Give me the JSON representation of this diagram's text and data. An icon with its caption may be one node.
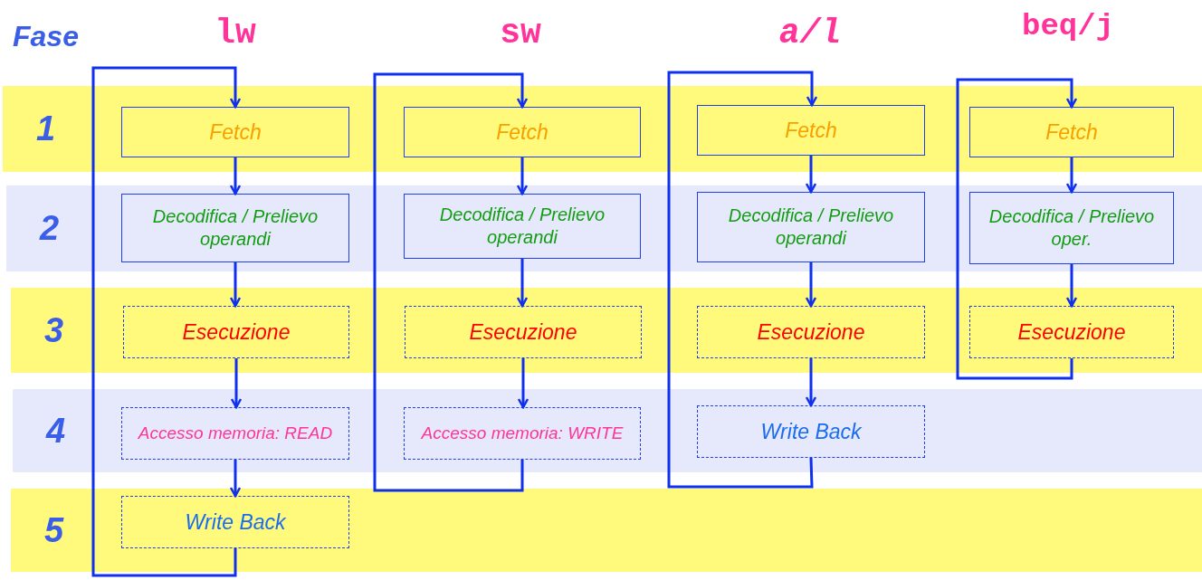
{
  "diagram": {
    "nodes": [
      {
        "text": [
          "1"
        ]
      },
      {
        "text": [
          "2"
        ]
      },
      {
        "text": [
          "3"
        ]
      },
      {
        "text": [
          "4"
        ]
      },
      {
        "text": [
          "5"
        ]
      },
      {
        "text": [
          "Fetch"
        ],
        "in": 0
      },
      {
        "text": [
          "Decodifica / Prelievo operandi"
        ],
        "in": 1
      },
      {
        "text": [
          "Esecuzione"
        ],
        "in": 2
      },
      {
        "text": [
          "Accesso memoria: READ"
        ],
        "in": 3
      },
      {
        "text": [
          "Write Back"
        ],
        "in": 4
      },
      {
        "text": [
          "Fetch"
        ],
        "in": 0
      },
      {
        "text": [
          "Decodifica / Prelievo operandi"
        ],
        "in": 1
      },
      {
        "text": [
          "Esecuzione"
        ],
        "in": 2
      },
      {
        "text": [
          "Accesso memoria: WRITE"
        ],
        "in": 3
      },
      {
        "text": [
          "Fetch"
        ],
        "in": 0
      },
      {
        "text": [
          "Decodifica / Prelievo operandi"
        ],
        "in": 1
      },
      {
        "text": [
          "Esecuzione"
        ],
        "in": 2
      },
      {
        "text": [
          "Write Back"
        ],
        "in": 3
      },
      {
        "text": [
          "Fetch"
        ],
        "in": 0
      },
      {
        "text": [
          "Decodifica / Prelievo oper."
        ],
        "in": 1
      },
      {
        "text": [
          "Esecuzione"
        ],
        "in": 2
      }
    ],
    "edges": [
      {
        "from": 5,
        "to": 6,
        "arrow": "to"
      },
      {
        "from": 6,
        "to": 7,
        "arrow": "to"
      },
      {
        "from": 7,
        "to": 8,
        "arrow": "to"
      },
      {
        "from": 8,
        "to": 9,
        "arrow": "to"
      },
      {
        "from": 9,
        "to": 5,
        "arrow": "to"
      },
      {
        "from": 10,
        "to": 11,
        "arrow": "to"
      },
      {
        "from": 11,
        "to": 12,
        "arrow": "to"
      },
      {
        "from": 12,
        "to": 13,
        "arrow": "to"
      },
      {
        "from": 13,
        "to": 10,
        "arrow": "to"
      },
      {
        "from": 14,
        "to": 15,
        "arrow": "to"
      },
      {
        "from": 15,
        "to": 16,
        "arrow": "to"
      },
      {
        "from": 16,
        "to": 17,
        "arrow": "to"
      },
      {
        "from": 17,
        "to": 14,
        "arrow": "to"
      },
      {
        "from": 18,
        "to": 19,
        "arrow": "to"
      },
      {
        "from": 19,
        "to": 20,
        "arrow": "to"
      },
      {
        "from": 20,
        "to": 18,
        "arrow": "to"
      }
    ],
    "labels": [
      "Fase",
      "lw",
      "sw",
      "a/l",
      "beq/j"
    ]
  }
}
